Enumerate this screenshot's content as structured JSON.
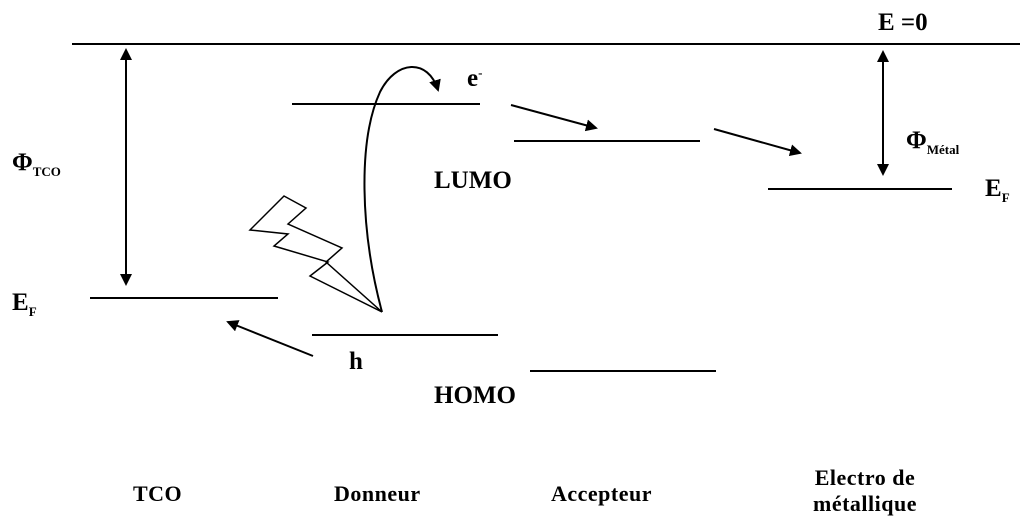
{
  "labels": {
    "vacuum": "E =0",
    "phi": "Φ",
    "tco_sub": "TCO",
    "metal_sub": "Métal",
    "ef_main": "E",
    "ef_sub": "F",
    "electron": "e",
    "electron_sup": "-",
    "hole": "h",
    "lumo": "LUMO",
    "homo": "HOMO"
  },
  "columns": {
    "tco": "TCO",
    "donneur": "Donneur",
    "accepteur": "Accepteur",
    "electrode_line1": "Electro de",
    "electrode_line2": "métallique"
  }
}
